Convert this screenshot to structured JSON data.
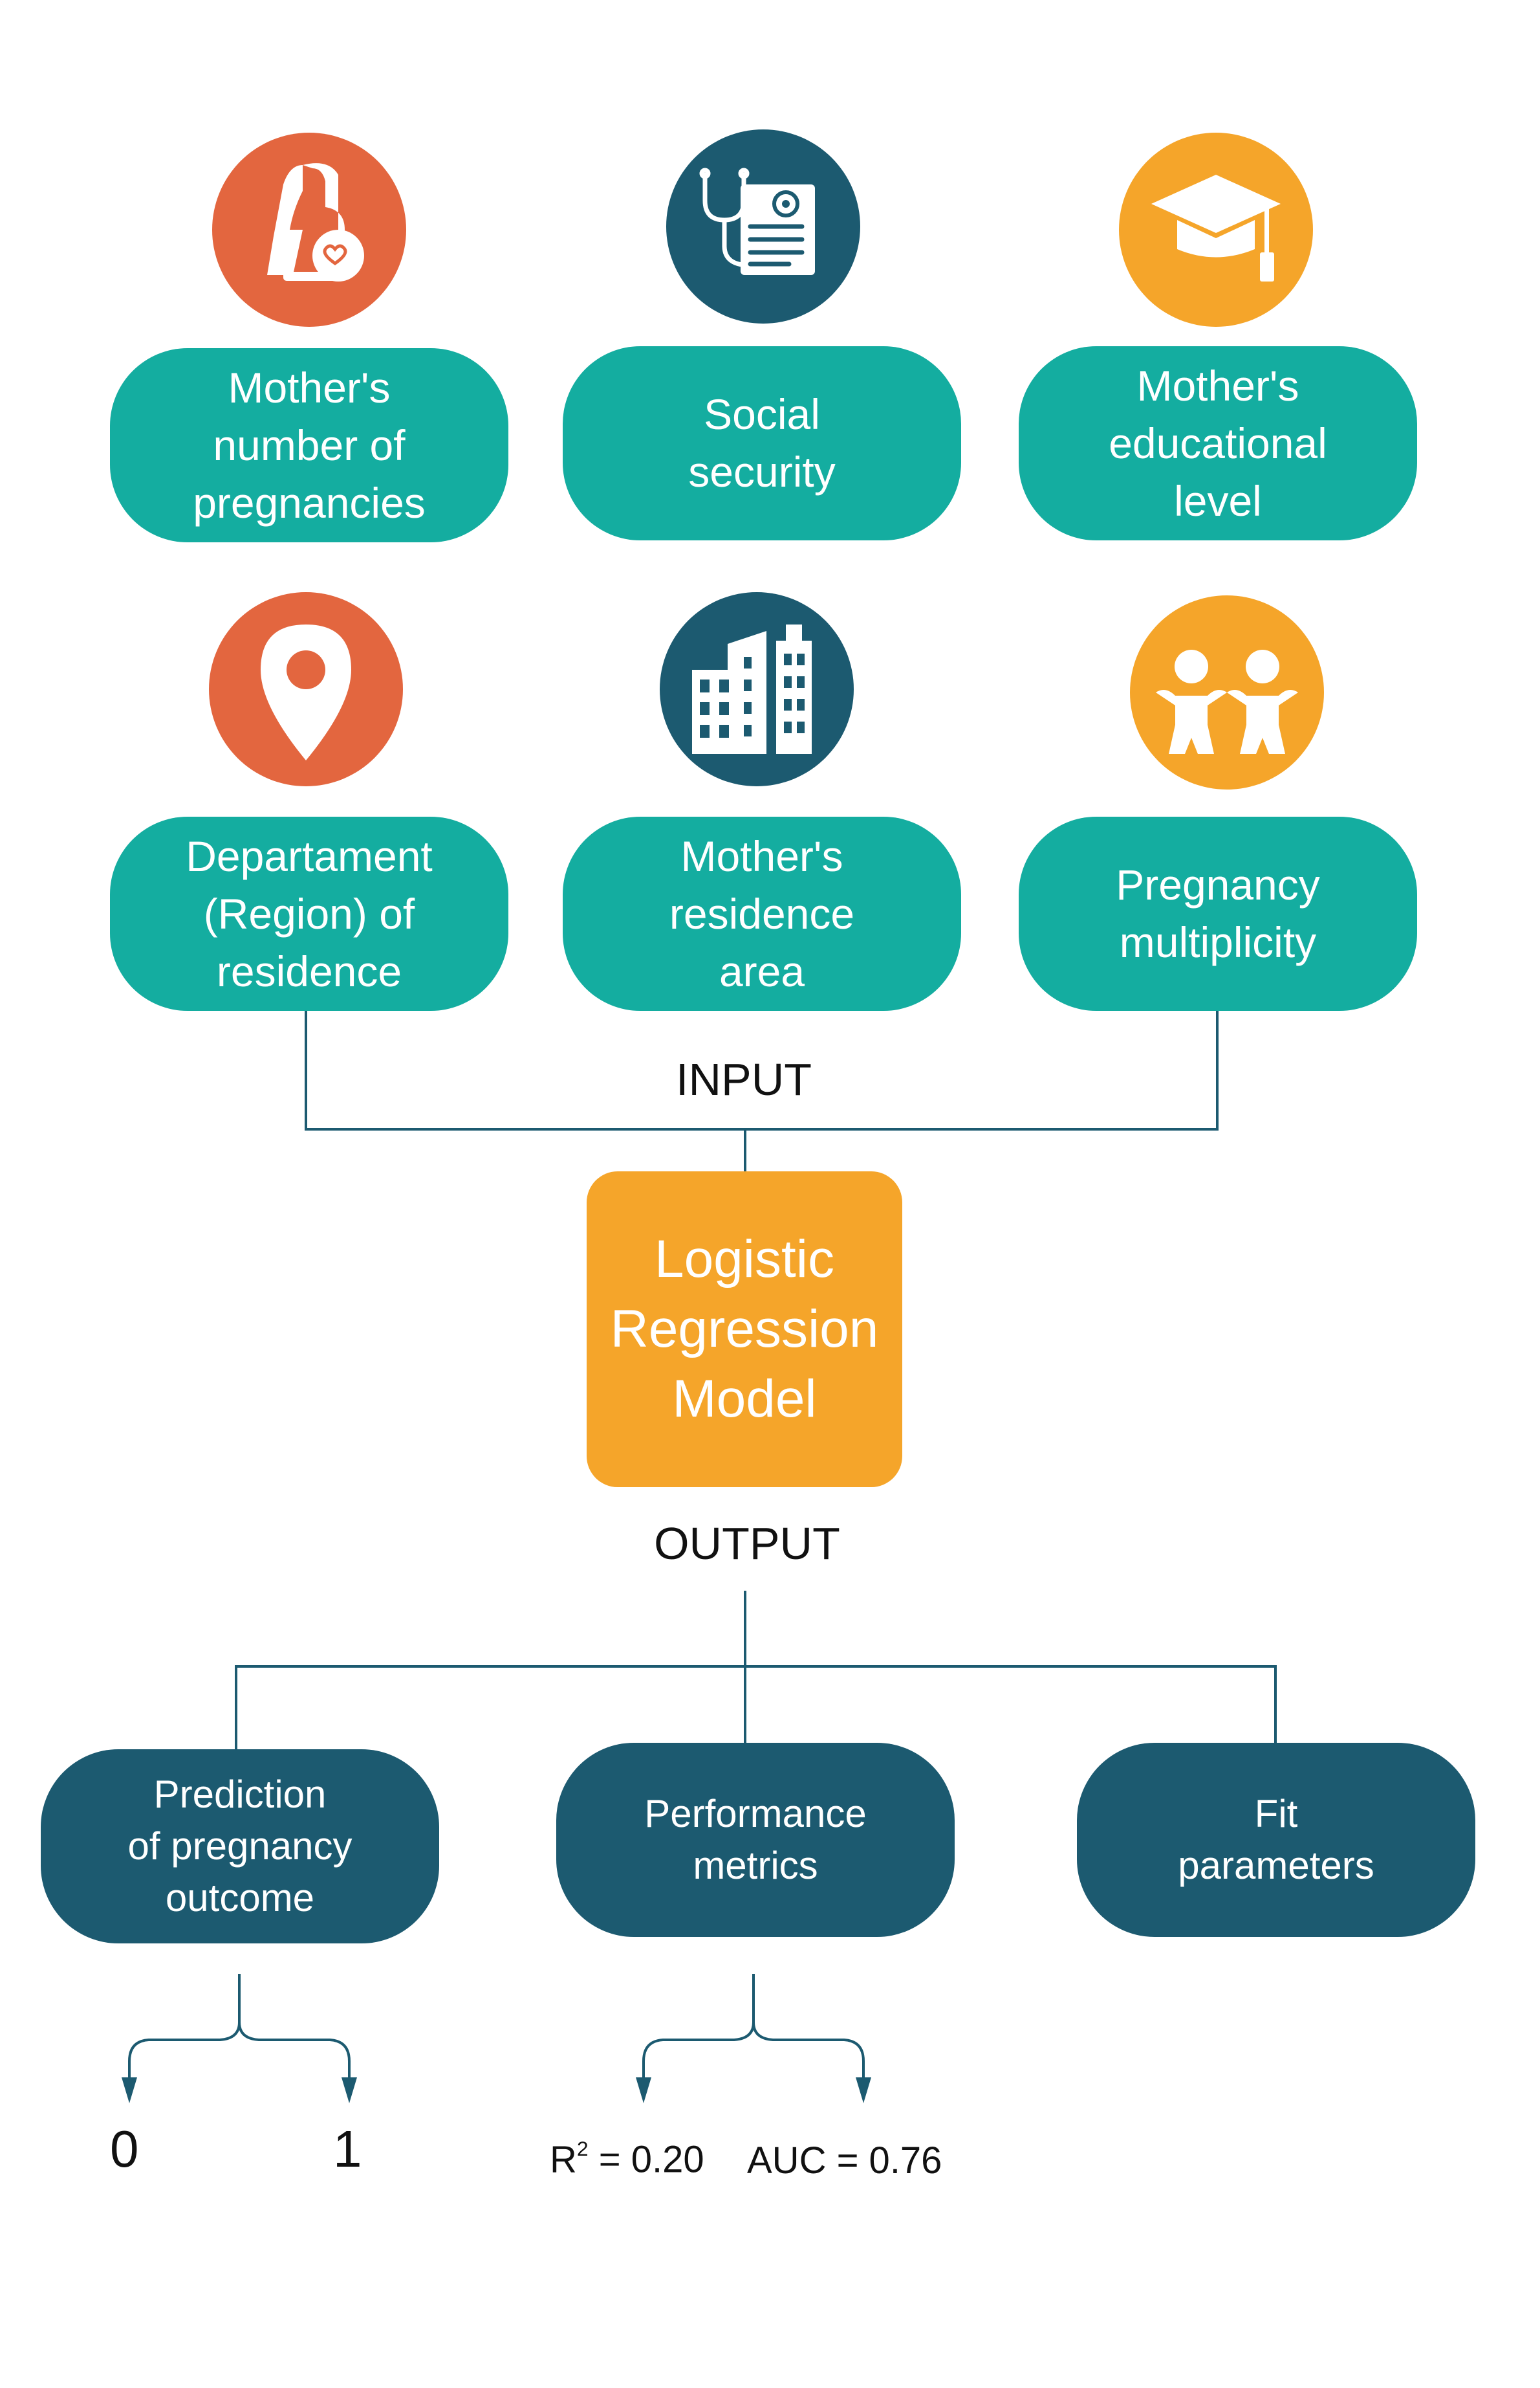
{
  "inputs": [
    {
      "label": "Mother's\nnumber of\npregnancies",
      "icon": "pregnant-woman-icon",
      "color": "#e3663f"
    },
    {
      "label": "Social\nsecurity",
      "icon": "medical-record-stethoscope-icon",
      "color": "#1c5a70"
    },
    {
      "label": "Mother's\neducational\nlevel",
      "icon": "graduation-cap-icon",
      "color": "#f5a52a"
    },
    {
      "label": "Departament\n(Region) of\nresidence",
      "icon": "location-pin-icon",
      "color": "#e3663f"
    },
    {
      "label": "Mother's\nresidence\narea",
      "icon": "city-buildings-icon",
      "color": "#1c5a70"
    },
    {
      "label": "Pregnancy\nmultiplicity",
      "icon": "twin-babies-icon",
      "color": "#f5a52a"
    }
  ],
  "input_label": "INPUT",
  "model_label": "Logistic\nRegression\nModel",
  "output_label": "OUTPUT",
  "outputs": [
    {
      "label": "Prediction\nof pregnancy\noutcome"
    },
    {
      "label": "Performance\nmetrics"
    },
    {
      "label": "Fit\nparameters"
    }
  ],
  "prediction_values": [
    "0",
    "1"
  ],
  "metrics": {
    "r2_letter": "R",
    "r2_exp": "2",
    "r2_value": " = 0.20",
    "auc": "AUC = 0.76"
  },
  "colors": {
    "teal": "#14ada0",
    "navy": "#1c5a70",
    "orange": "#f5a52a",
    "red": "#e3663f",
    "line": "#1c5a70"
  }
}
